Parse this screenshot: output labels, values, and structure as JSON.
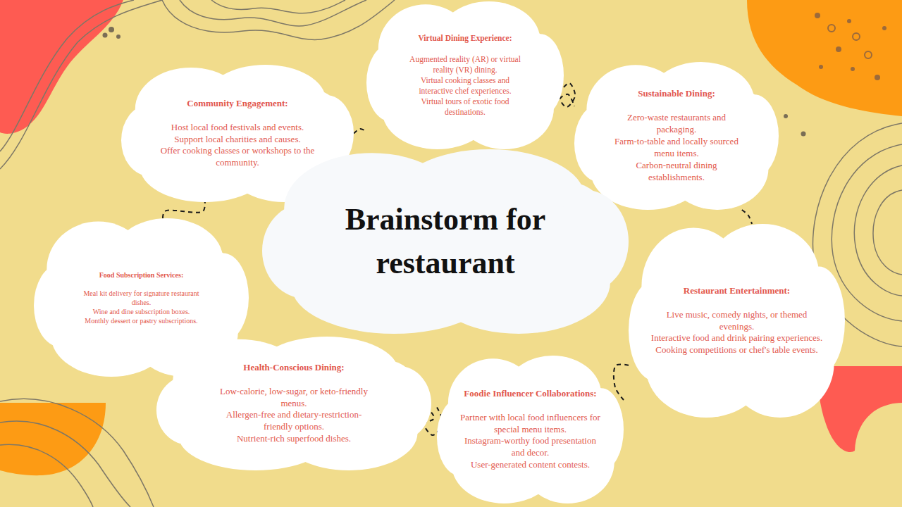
{
  "diagram": {
    "nodes": [
      {
        "text": [
          "Virtual Dining Experience:",
          "Augmented reality (AR) or virtual reality (VR) dining.",
          "Virtual cooking classes and interactive chef experiences.",
          "Virtual tours of exotic food destinations."
        ]
      },
      {
        "text": [
          "Community Engagement:",
          "Host local food festivals and events.",
          "Support local charities and causes.",
          "Offer cooking classes or workshops to the community."
        ]
      },
      {
        "text": [
          "Sustainable Dining:",
          "Zero-waste restaurants and packaging.",
          "Farm-to-table and locally sourced menu items.",
          "Carbon-neutral dining establishments."
        ]
      },
      {
        "text": [
          "Brainstorm for restaurant"
        ]
      },
      {
        "text": [
          "Food Subscription Services:",
          "Meal kit delivery for signature restaurant dishes.",
          "Wine and dine subscription boxes.",
          "Monthly dessert or pastry subscriptions."
        ]
      },
      {
        "text": [
          "Restaurant Entertainment:",
          "Live music, comedy nights, or themed evenings.",
          "Interactive food and drink pairing experiences.",
          "Cooking competitions or chef's table events."
        ]
      },
      {
        "text": [
          "Health-Conscious Dining:",
          "Low-calorie, low-sugar, or keto-friendly menus.",
          "Allergen-free and dietary-restriction-friendly options.",
          "Nutrient-rich superfood dishes."
        ]
      },
      {
        "text": [
          "Foodie Influencer Collaborations:",
          "Partner with local food influencers for special menu items.",
          "Instagram-worthy food presentation and decor.",
          "User-generated content contests."
        ]
      }
    ],
    "edges": [
      {
        "from": 1,
        "to": 0,
        "arrow": "none"
      },
      {
        "from": 0,
        "to": 2,
        "arrow": "none"
      },
      {
        "from": 2,
        "to": 5,
        "arrow": "none"
      },
      {
        "from": 5,
        "to": 7,
        "arrow": "none"
      },
      {
        "from": 7,
        "to": 6,
        "arrow": "none"
      },
      {
        "from": 6,
        "to": 4,
        "arrow": "none"
      },
      {
        "from": 4,
        "to": 1,
        "arrow": "none"
      }
    ]
  }
}
